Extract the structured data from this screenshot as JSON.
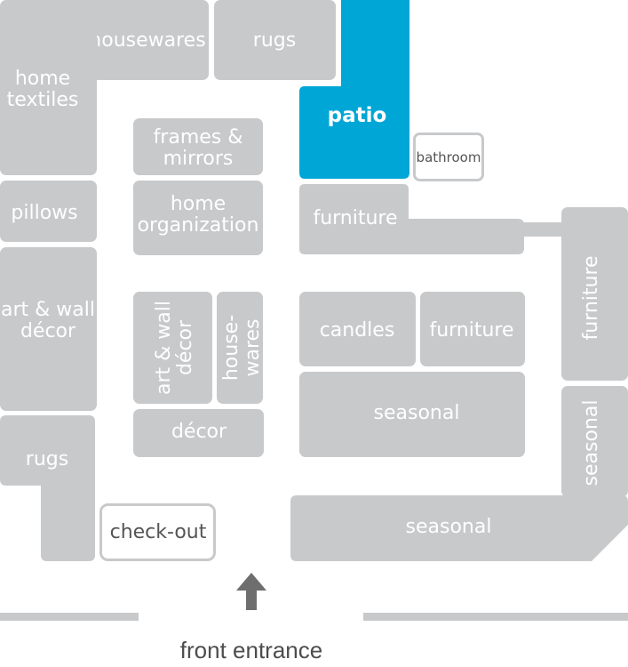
{
  "departments": {
    "housewares_top": "housewares",
    "rugs_top": "rugs",
    "patio": "patio",
    "bathroom": "bathroom",
    "home_textiles": [
      "home",
      "textiles"
    ],
    "frames_mirrors": [
      "frames &",
      "mirrors"
    ],
    "home_organization": [
      "home",
      "organization"
    ],
    "furniture_upper": "furniture",
    "furniture_right": "furniture",
    "pillows": "pillows",
    "art_wall_decor_left": [
      "art & wall",
      "décor"
    ],
    "art_wall_decor_vertical": [
      "art & wall",
      "décor"
    ],
    "housewares_vertical": [
      "house-",
      "wares"
    ],
    "candles": "candles",
    "furniture_center": "furniture",
    "seasonal_center": "seasonal",
    "seasonal_right": "seasonal",
    "decor": "décor",
    "rugs_bottom": "rugs",
    "checkout": "check-out",
    "seasonal_bottom": "seasonal"
  },
  "entrance": {
    "label": "front entrance"
  },
  "colors": {
    "department": "#c8c9cb",
    "highlight": "#00a6d6",
    "arrow": "#6e6e6e",
    "entrance_text": "#4d4d4d"
  }
}
